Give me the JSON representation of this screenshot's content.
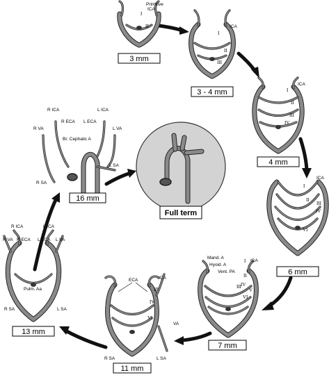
{
  "stages": {
    "s3": {
      "label": "3 mm",
      "vessel_labels": [
        "Primitive",
        "ICA"
      ],
      "arch_labels": [
        "I",
        "II"
      ]
    },
    "s34": {
      "label": "3 - 4 mm",
      "vessel_labels": [
        "ICA"
      ],
      "arch_labels": [
        "I",
        "II",
        "III"
      ]
    },
    "s4": {
      "label": "4 mm",
      "vessel_labels": [
        "ICA"
      ],
      "arch_labels": [
        "I",
        "II",
        "III",
        "IV"
      ]
    },
    "s6": {
      "label": "6 mm",
      "vessel_labels": [
        "ICA"
      ],
      "arch_labels": [
        "I",
        "II",
        "III",
        "IV",
        "VI"
      ]
    },
    "s7": {
      "label": "7 mm",
      "vessel_labels": [
        "Mand. A",
        "Hyoid. A",
        "Vent. PA",
        "ICA"
      ],
      "arch_labels": [
        "I",
        "II",
        "III",
        "IV",
        "V",
        "VI"
      ]
    },
    "s11": {
      "label": "11 mm",
      "vessel_labels": [
        "ECA",
        "ICA",
        "VA",
        "R SA",
        "L SA"
      ],
      "arch_labels": [
        "III",
        "IV",
        "VI"
      ]
    },
    "s13": {
      "label": "13 mm",
      "vessel_labels": [
        "R ICA",
        "L ICA",
        "R VA",
        "R ECA",
        "L ECA",
        "L VA",
        "Pulm. Aa",
        "R SA",
        "L SA"
      ]
    },
    "s16": {
      "label": "16 mm",
      "vessel_labels": [
        "R ICA",
        "L ICA",
        "R ECA",
        "L ECA",
        "R VA",
        "L VA",
        "Br. Cephalic A",
        "L SA",
        "R SA"
      ]
    },
    "full": {
      "label": "Full term"
    }
  },
  "colors": {
    "vessel_outline": "#222222",
    "vessel_fill": "#8a8a8a",
    "circle_fill": "#d3d3d3",
    "arrow": "#111111"
  }
}
